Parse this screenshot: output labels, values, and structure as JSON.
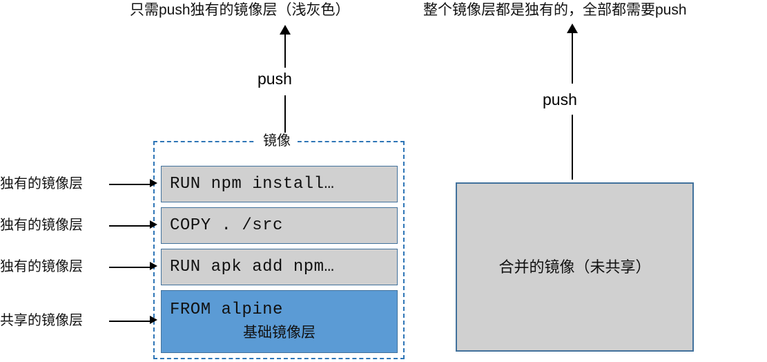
{
  "headings": {
    "left": "只需push独有的镜像层（浅灰色）",
    "right": "整个镜像层都是独有的，全部都需要push"
  },
  "arrows": {
    "left_push_label": "push",
    "right_push_label": "push"
  },
  "left_diagram": {
    "group_legend": "镜像",
    "layers": [
      {
        "text": "RUN npm install…",
        "kind": "unique",
        "fill": "#d0d0d0"
      },
      {
        "text": "COPY . /src",
        "kind": "unique",
        "fill": "#d0d0d0"
      },
      {
        "text": "RUN apk add npm…",
        "kind": "unique",
        "fill": "#d0d0d0"
      },
      {
        "text": "FROM alpine",
        "sublabel": "基础镜像层",
        "kind": "shared",
        "fill": "#5b9bd5"
      }
    ],
    "side_labels": [
      "独有的镜像层",
      "独有的镜像层",
      "独有的镜像层",
      "共享的镜像层"
    ]
  },
  "right_diagram": {
    "box_text": "合并的镜像（未共享）",
    "fill": "#d0d0d0",
    "border": "#41719c"
  },
  "colors": {
    "unique_layer": "#d0d0d0",
    "shared_layer": "#5b9bd5",
    "layer_border": "#41719c",
    "dashed_border": "#2e75b6",
    "arrow": "#000000",
    "background": "#ffffff"
  }
}
